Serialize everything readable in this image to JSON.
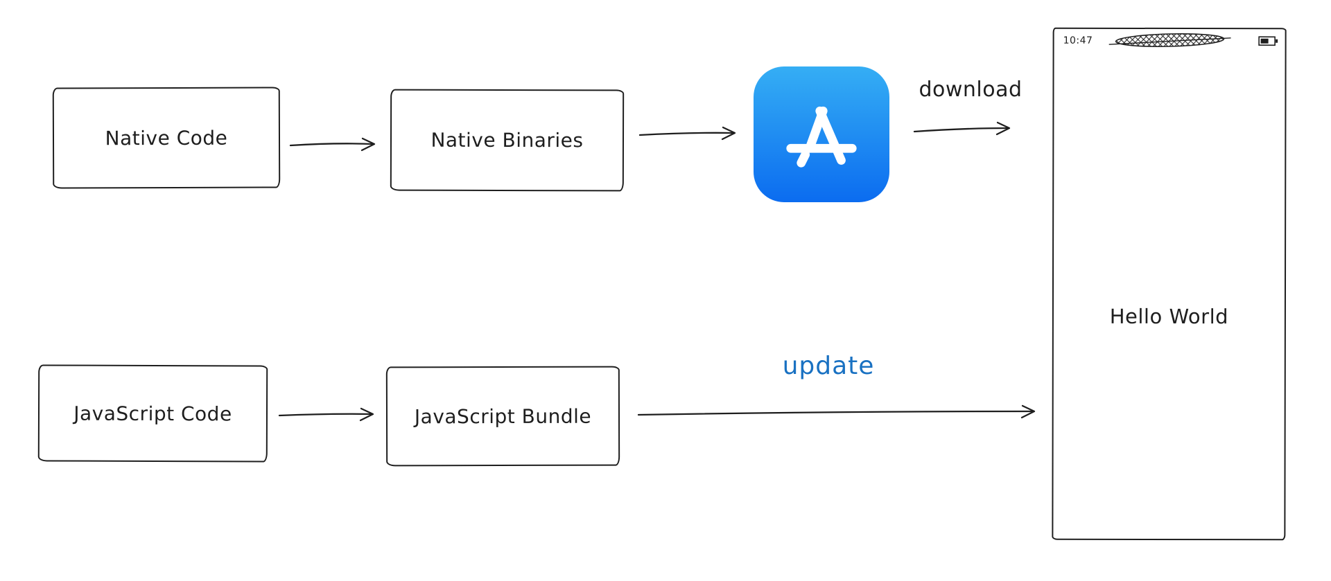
{
  "nodes": {
    "native_code": {
      "label": "Native Code"
    },
    "native_binaries": {
      "label": "Native Binaries"
    },
    "javascript_code": {
      "label": "JavaScript Code"
    },
    "javascript_bundle": {
      "label": "JavaScript Bundle"
    }
  },
  "edges": {
    "download_label": "download",
    "update_label": "update"
  },
  "phone": {
    "status_time": "10:47",
    "screen_text": "Hello World"
  },
  "icons": {
    "app_store": "app-store-icon",
    "battery": "battery-icon",
    "notch": "notch-scribble-icon"
  },
  "colors": {
    "ink": "#1e1e1e",
    "update_label": "#1971c2",
    "app_store_gradient_top": "#35aef4",
    "app_store_gradient_bottom": "#0b6cf0",
    "app_store_glyph": "#ffffff",
    "background": "#ffffff"
  }
}
